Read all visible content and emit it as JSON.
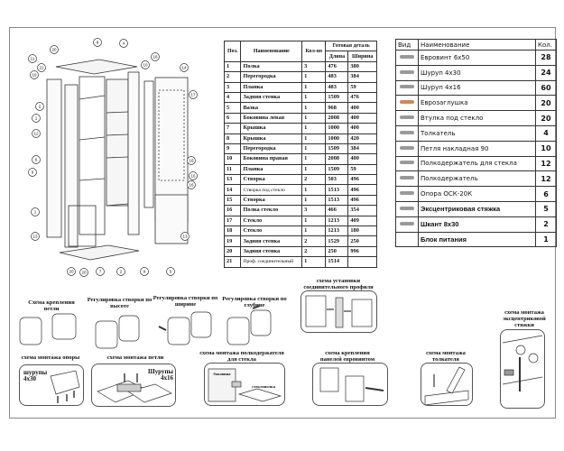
{
  "callouts": [
    "8",
    "4",
    "20",
    "11",
    "21",
    "19",
    "18",
    "10",
    "14",
    "17",
    "2",
    "1",
    "12",
    "6",
    "9",
    "16",
    "16",
    "16",
    "1",
    "13",
    "13",
    "20",
    "20",
    "7",
    "2",
    "9",
    "5"
  ],
  "parts_table": {
    "headers": {
      "pos": "Поз.",
      "name": "Наименование",
      "qty": "Кол-во",
      "finished": "Готовая деталь",
      "length": "Длина",
      "width": "Ширина"
    },
    "rows": [
      [
        "1",
        "Полка",
        "3",
        "476",
        "380"
      ],
      [
        "2",
        "Перегородка",
        "1",
        "483",
        "384"
      ],
      [
        "3",
        "Планка",
        "1",
        "483",
        "59"
      ],
      [
        "4",
        "Задняя стенка",
        "1",
        "1509",
        "476"
      ],
      [
        "5",
        "Вазка",
        "1",
        "968",
        "400"
      ],
      [
        "6",
        "Боковина левая",
        "1",
        "2008",
        "400"
      ],
      [
        "7",
        "Крышка",
        "1",
        "1000",
        "400"
      ],
      [
        "8",
        "Крышка",
        "1",
        "1000",
        "420"
      ],
      [
        "9",
        "Перегородка",
        "1",
        "1509",
        "384"
      ],
      [
        "10",
        "Боковина правая",
        "1",
        "2008",
        "400"
      ],
      [
        "11",
        "Планка",
        "1",
        "1509",
        "59"
      ],
      [
        "13",
        "Створка",
        "2",
        "503",
        "496"
      ],
      [
        "14",
        "Створка под стекло",
        "1",
        "1513",
        "496"
      ],
      [
        "15",
        "Створка",
        "1",
        "1513",
        "496"
      ],
      [
        "16",
        "Полка стекло",
        "3",
        "466",
        "354"
      ],
      [
        "17",
        "Стекло",
        "1",
        "1213",
        "409"
      ],
      [
        "18",
        "Стекло",
        "1",
        "1213",
        "180"
      ],
      [
        "19",
        "Задняя стенка",
        "2",
        "1529",
        "250"
      ],
      [
        "20",
        "Задняя стенка",
        "2",
        "250",
        "996"
      ],
      [
        "21",
        "Проф. соединительный",
        "1",
        "1514",
        ""
      ]
    ]
  },
  "hardware_table": {
    "headers": {
      "view": "Вид",
      "name": "Наименование",
      "qty": "Кол."
    },
    "rows": [
      {
        "icon": "eurobolt-icon",
        "name": "Евровинт 6х50",
        "qty": "28"
      },
      {
        "icon": "screw-icon",
        "name": "Шуруп   4х30",
        "qty": "24"
      },
      {
        "icon": "small-screw-icon",
        "name": "Шуруп   4х16",
        "qty": "60"
      },
      {
        "icon": "cap-plug-icon",
        "name": "Еврозаглушка",
        "qty": "20"
      },
      {
        "icon": "glass-bushing-icon",
        "name": "Втулка под стекло",
        "qty": "20"
      },
      {
        "icon": "push-opener-icon",
        "name": "Толкатель",
        "qty": "4"
      },
      {
        "icon": "hinge-icon",
        "name": "Петля накладная 90",
        "qty": "10"
      },
      {
        "icon": "glass-shelf-holder-icon",
        "name": "Полкодержатель для стекла",
        "qty": "12"
      },
      {
        "icon": "shelf-holder-icon",
        "name": "Полкодержатель",
        "qty": "12"
      },
      {
        "icon": "support-icon",
        "name": "Опора ОСК-20К",
        "qty": "6"
      },
      {
        "icon": "cam-lock-icon",
        "name": "Эксцентриковая стяжка",
        "qty": "5"
      },
      {
        "icon": "dowel-icon",
        "name": "Шкант 8х30",
        "qty": "2"
      },
      {
        "icon": "",
        "name": "Блок питания",
        "qty": "1"
      }
    ]
  },
  "schemes": {
    "hinge_mount": "Схема крепления петли",
    "adjust_height": "Регулировка створки по высоте",
    "adjust_width": "Регулировка створки по ширине",
    "adjust_depth": "Регулировка створки по глубине",
    "profile_install": "схема установки соединительного профиля",
    "cam_mount": "схема монтажа эксцентриковой стяжки",
    "support_mount": "схема монтажа опоры",
    "support_screws": "шурупы 4х30",
    "hinge_install": "схема монтажа петли",
    "hinge_screws": "Шурупы 4х16",
    "glass_holder": "схема монтажа полкодержателя для стекла",
    "glass_side": "боковина",
    "glass_shelf": "стеклополка",
    "eurobolt_mount": "схема крепления панелей евровинтом",
    "pusher_mount": "схема монтажа толкателя"
  }
}
